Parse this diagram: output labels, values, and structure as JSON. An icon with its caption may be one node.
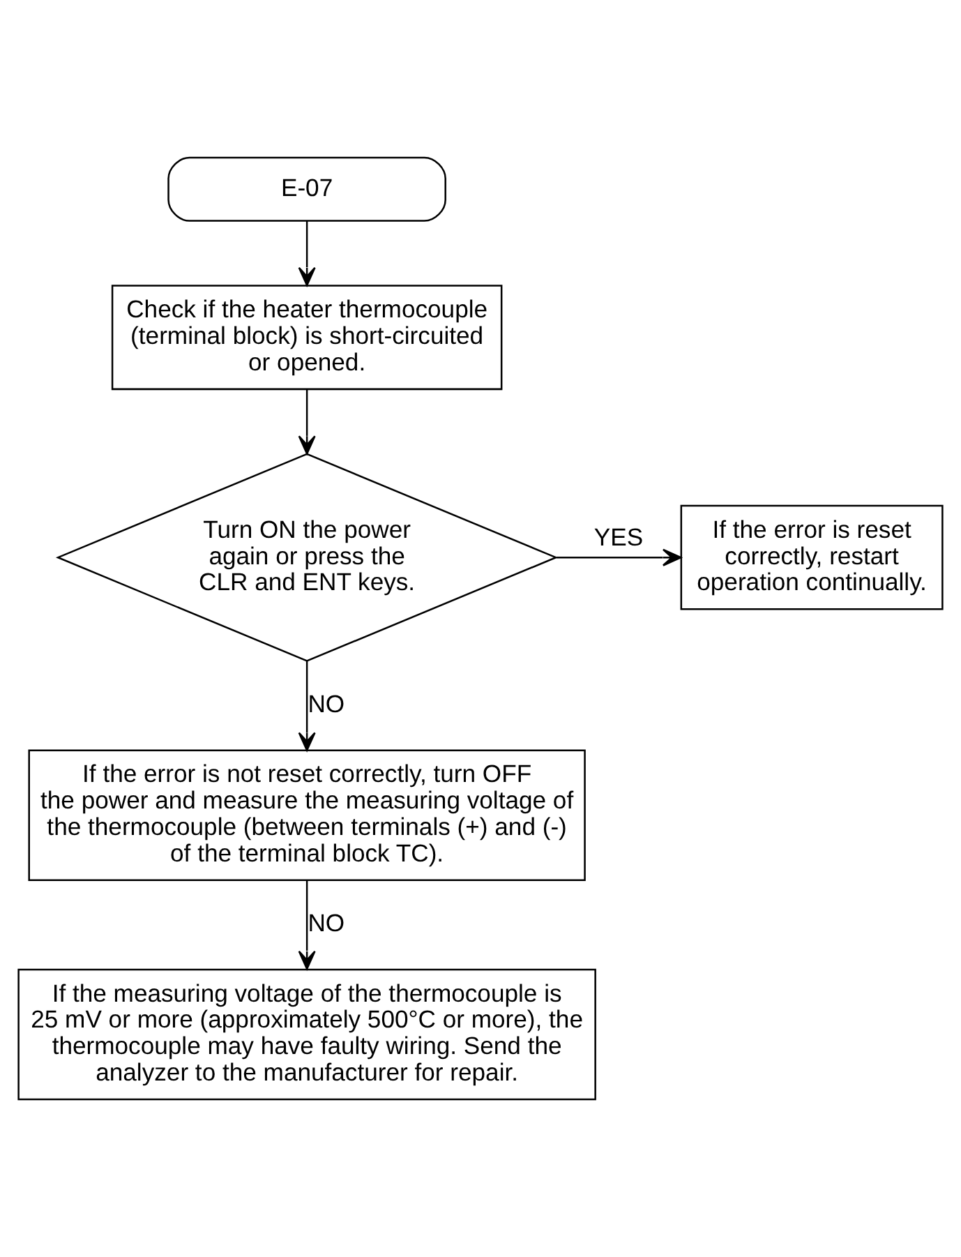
{
  "diagram": {
    "nodes": [
      {
        "text": [
          "E-07"
        ]
      },
      {
        "text": [
          "Check if the heater thermocouple (terminal block) is short-circuited or opened."
        ]
      },
      {
        "text": [
          "Turn ON the power again or press the CLR and ENT keys."
        ]
      },
      {
        "text": [
          "If the error is reset correctly, restart operation continually."
        ]
      },
      {
        "text": [
          "If the error is not reset correctly, turn OFF the power and measure the measuring voltage of the thermocouple (between terminals (+) and (-) of the terminal block TC)."
        ]
      },
      {
        "text": [
          "If the measuring voltage of the thermocouple is 25 mV or more (approximately 500°C or more), the thermocouple may have faulty wiring. Send the analyzer to the manufacturer for repair."
        ]
      }
    ],
    "edges": [
      {
        "from": 0,
        "to": 1,
        "arrow": "to"
      },
      {
        "from": 1,
        "to": 2,
        "arrow": "to"
      },
      {
        "from": 2,
        "to": 3,
        "arrow": "to",
        "label": "YES"
      },
      {
        "from": 2,
        "to": 4,
        "arrow": "to",
        "label": "NO"
      },
      {
        "from": 4,
        "to": 5,
        "arrow": "to",
        "label": "NO"
      }
    ]
  }
}
